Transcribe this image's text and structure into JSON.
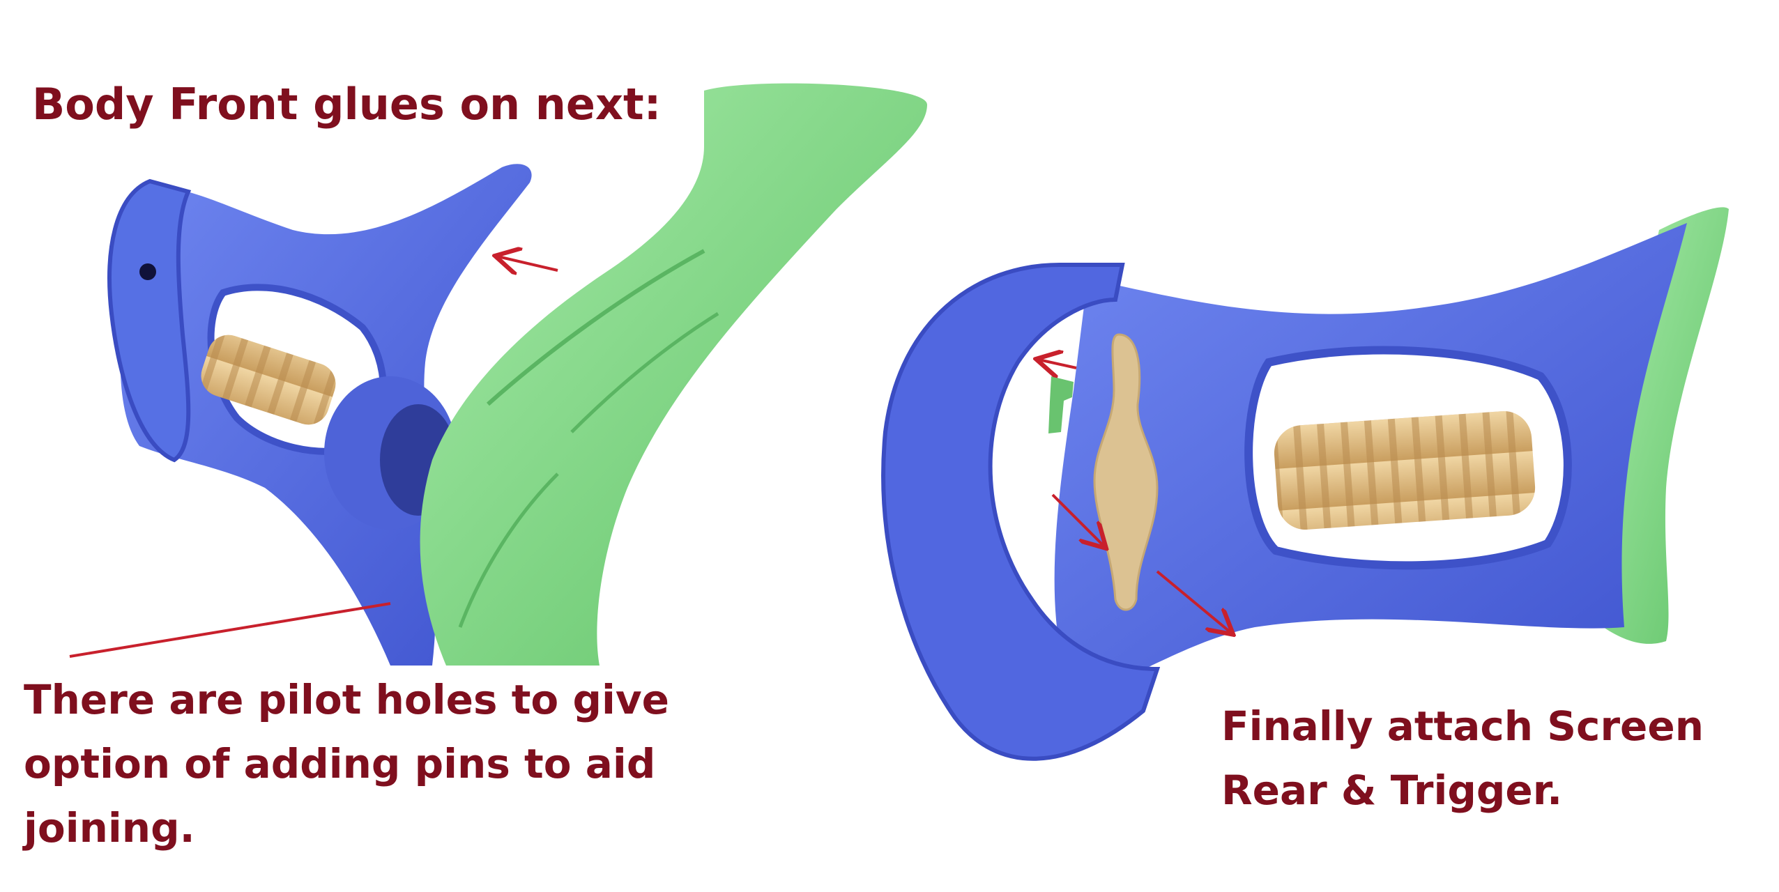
{
  "captions": {
    "top": "Body Front glues on next:",
    "left_lines": [
      "There are pilot holes to give",
      "option of adding pins to aid",
      "joining."
    ],
    "right_lines": [
      "Finally attach Screen",
      "Rear & Trigger."
    ]
  },
  "colors": {
    "caption_text": "#7f0f1e",
    "arrow": "#c8202c",
    "body_blue": "#4e64dd",
    "body_blue_light": "#6f86f0",
    "body_green": "#78d37e",
    "body_green_light": "#9be59f",
    "spring_tan": "#e3c087",
    "trigger_tan": "#dcc292"
  }
}
